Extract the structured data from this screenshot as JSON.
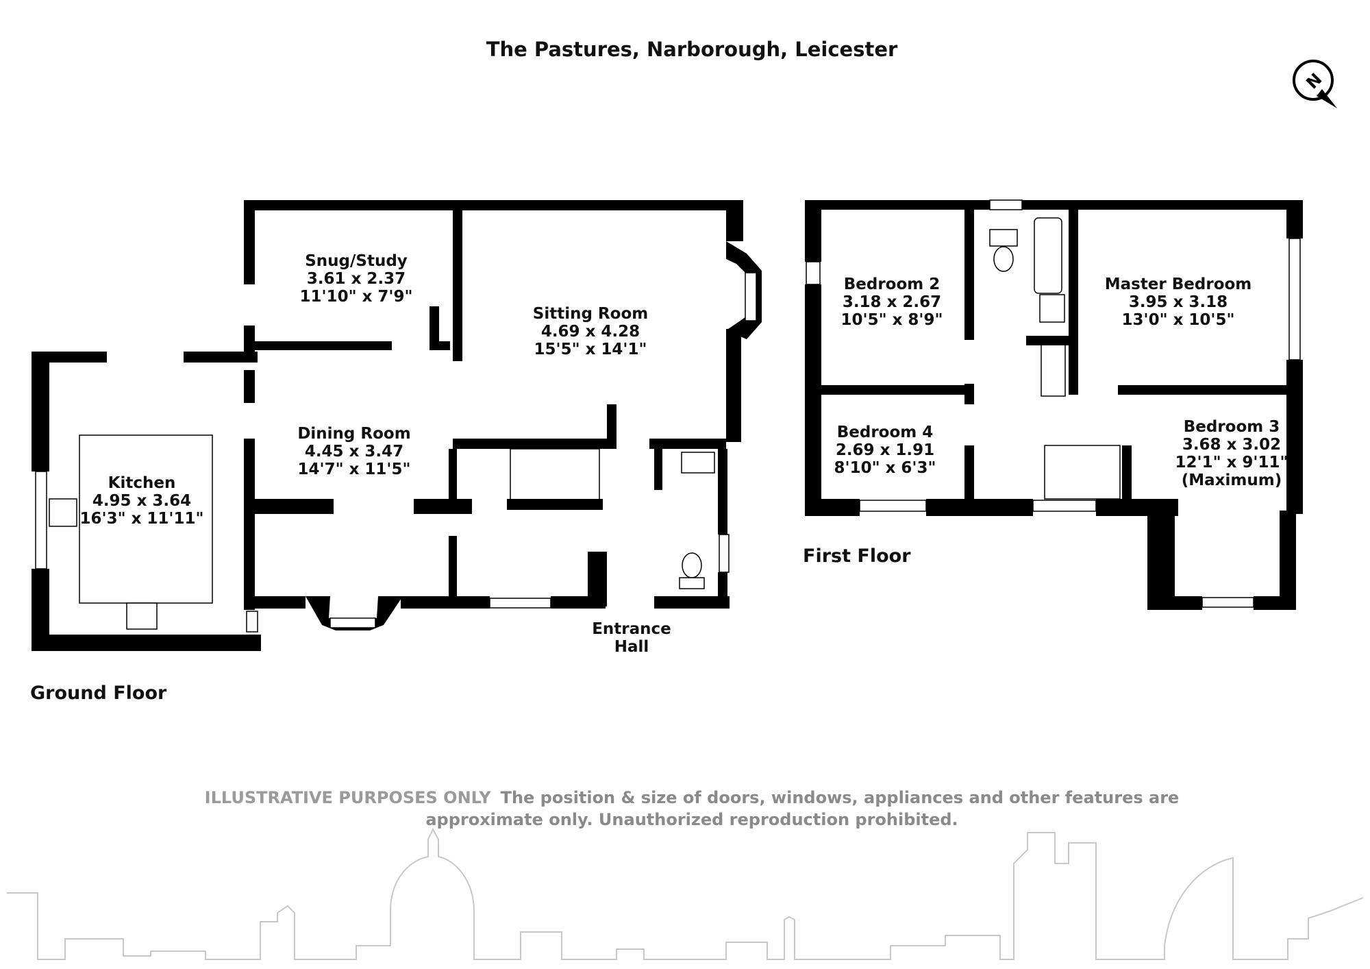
{
  "title": "The Pastures, Narborough, Leicester",
  "compass_icon": "north-arrow-icon",
  "compass_letter": "N",
  "floors": {
    "ground": {
      "label": "Ground Floor",
      "rooms": {
        "snug": {
          "name": "Snug/Study",
          "metric": "3.61 x 2.37",
          "imperial": "11'10\" x 7'9\""
        },
        "sitting": {
          "name": "Sitting Room",
          "metric": "4.69 x 4.28",
          "imperial": "15'5\" x 14'1\""
        },
        "kitchen": {
          "name": "Kitchen",
          "metric": "4.95 x 3.64",
          "imperial": "16'3\" x 11'11\""
        },
        "dining": {
          "name": "Dining Room",
          "metric": "4.45 x 3.47",
          "imperial": "14'7\" x 11'5\""
        },
        "entrance": {
          "line1": "Entrance",
          "line2": "Hall"
        }
      }
    },
    "first": {
      "label": "First Floor",
      "rooms": {
        "bedroom2": {
          "name": "Bedroom 2",
          "metric": "3.18 x 2.67",
          "imperial": "10'5\" x 8'9\""
        },
        "master": {
          "name": "Master Bedroom",
          "metric": "3.95 x 3.18",
          "imperial": "13'0\" x 10'5\""
        },
        "bedroom4": {
          "name": "Bedroom 4",
          "metric": "2.69 x 1.91",
          "imperial": "8'10\" x 6'3\""
        },
        "bedroom3": {
          "name": "Bedroom 3",
          "metric": "3.68 x 3.02",
          "imperial": "12'1\" x 9'11\"",
          "note": "(Maximum)"
        }
      }
    }
  },
  "disclaimer": {
    "lead": "ILLUSTRATIVE PURPOSES ONLY",
    "line1": "The position & size of doors, windows, appliances and other features are",
    "line2": "approximate only. Unauthorized reproduction prohibited."
  }
}
